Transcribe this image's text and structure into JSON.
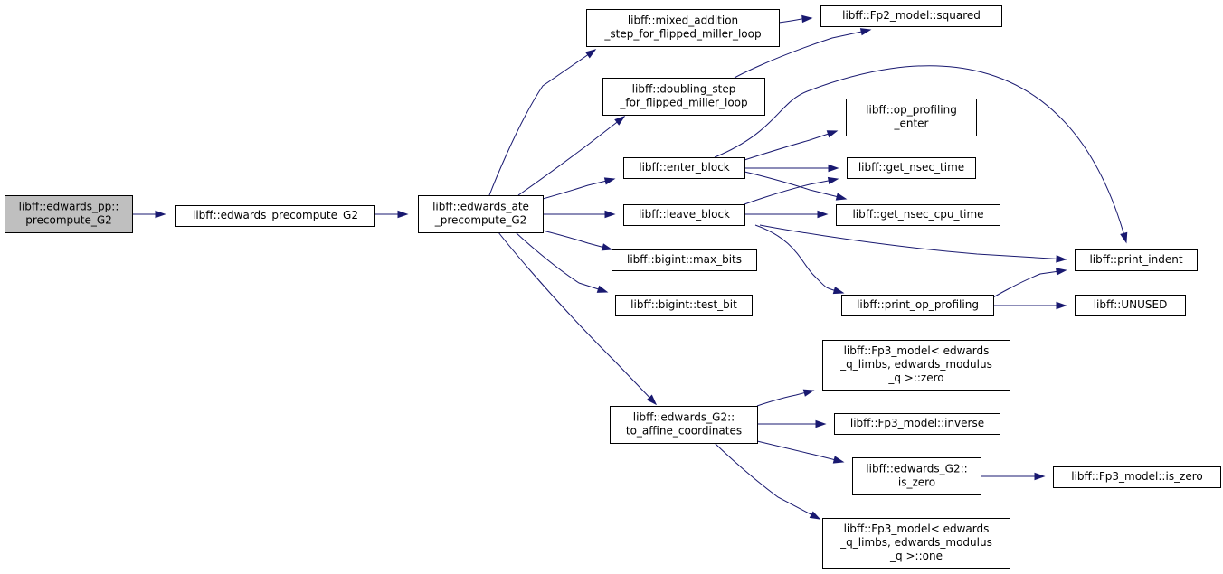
{
  "colors": {
    "node_fill": "#ffffff",
    "root_fill": "#bfbfbf",
    "border": "#000000",
    "edge": "#191970",
    "text": "#000000"
  },
  "nodes": [
    {
      "id": "root",
      "lines": [
        "libff::edwards_pp::",
        "precompute_G2"
      ],
      "root": true
    },
    {
      "id": "precompute_g2",
      "lines": [
        "libff::edwards_precompute_G2"
      ]
    },
    {
      "id": "ate_precompute",
      "lines": [
        "libff::edwards_ate",
        "_precompute_G2"
      ]
    },
    {
      "id": "mixed_addition",
      "lines": [
        "libff::mixed_addition",
        "_step_for_flipped_miller_loop"
      ]
    },
    {
      "id": "doubling_step",
      "lines": [
        "libff::doubling_step",
        "_for_flipped_miller_loop"
      ]
    },
    {
      "id": "enter_block",
      "lines": [
        "libff::enter_block"
      ]
    },
    {
      "id": "leave_block",
      "lines": [
        "libff::leave_block"
      ]
    },
    {
      "id": "max_bits",
      "lines": [
        "libff::bigint::max_bits"
      ]
    },
    {
      "id": "test_bit",
      "lines": [
        "libff::bigint::test_bit"
      ]
    },
    {
      "id": "to_affine",
      "lines": [
        "libff::edwards_G2::",
        "to_affine_coordinates"
      ]
    },
    {
      "id": "fp2_squared",
      "lines": [
        "libff::Fp2_model::squared"
      ]
    },
    {
      "id": "op_prof_enter",
      "lines": [
        "libff::op_profiling",
        "_enter"
      ]
    },
    {
      "id": "get_nsec_time",
      "lines": [
        "libff::get_nsec_time"
      ]
    },
    {
      "id": "get_nsec_cpu_time",
      "lines": [
        "libff::get_nsec_cpu_time"
      ]
    },
    {
      "id": "print_op_profiling",
      "lines": [
        "libff::print_op_profiling"
      ]
    },
    {
      "id": "fp3_zero",
      "lines": [
        "libff::Fp3_model< edwards",
        "_q_limbs, edwards_modulus",
        "_q >::zero"
      ]
    },
    {
      "id": "fp3_inverse",
      "lines": [
        "libff::Fp3_model::inverse"
      ]
    },
    {
      "id": "g2_is_zero",
      "lines": [
        "libff::edwards_G2::",
        "is_zero"
      ]
    },
    {
      "id": "fp3_one",
      "lines": [
        "libff::Fp3_model< edwards",
        "_q_limbs, edwards_modulus",
        "_q >::one"
      ]
    },
    {
      "id": "print_indent",
      "lines": [
        "libff::print_indent"
      ]
    },
    {
      "id": "unused",
      "lines": [
        "libff::UNUSED"
      ]
    },
    {
      "id": "fp3_is_zero",
      "lines": [
        "libff::Fp3_model::is_zero"
      ]
    }
  ],
  "edges": [
    [
      "root",
      "precompute_g2"
    ],
    [
      "precompute_g2",
      "ate_precompute"
    ],
    [
      "ate_precompute",
      "mixed_addition"
    ],
    [
      "ate_precompute",
      "doubling_step"
    ],
    [
      "ate_precompute",
      "enter_block"
    ],
    [
      "ate_precompute",
      "leave_block"
    ],
    [
      "ate_precompute",
      "max_bits"
    ],
    [
      "ate_precompute",
      "test_bit"
    ],
    [
      "ate_precompute",
      "to_affine"
    ],
    [
      "mixed_addition",
      "fp2_squared"
    ],
    [
      "doubling_step",
      "fp2_squared"
    ],
    [
      "enter_block",
      "op_prof_enter"
    ],
    [
      "enter_block",
      "get_nsec_time"
    ],
    [
      "enter_block",
      "get_nsec_cpu_time"
    ],
    [
      "enter_block",
      "print_indent"
    ],
    [
      "leave_block",
      "get_nsec_time"
    ],
    [
      "leave_block",
      "get_nsec_cpu_time"
    ],
    [
      "leave_block",
      "print_indent"
    ],
    [
      "leave_block",
      "print_op_profiling"
    ],
    [
      "print_op_profiling",
      "print_indent"
    ],
    [
      "print_op_profiling",
      "unused"
    ],
    [
      "to_affine",
      "fp3_zero"
    ],
    [
      "to_affine",
      "fp3_inverse"
    ],
    [
      "to_affine",
      "g2_is_zero"
    ],
    [
      "to_affine",
      "fp3_one"
    ],
    [
      "g2_is_zero",
      "fp3_is_zero"
    ]
  ]
}
